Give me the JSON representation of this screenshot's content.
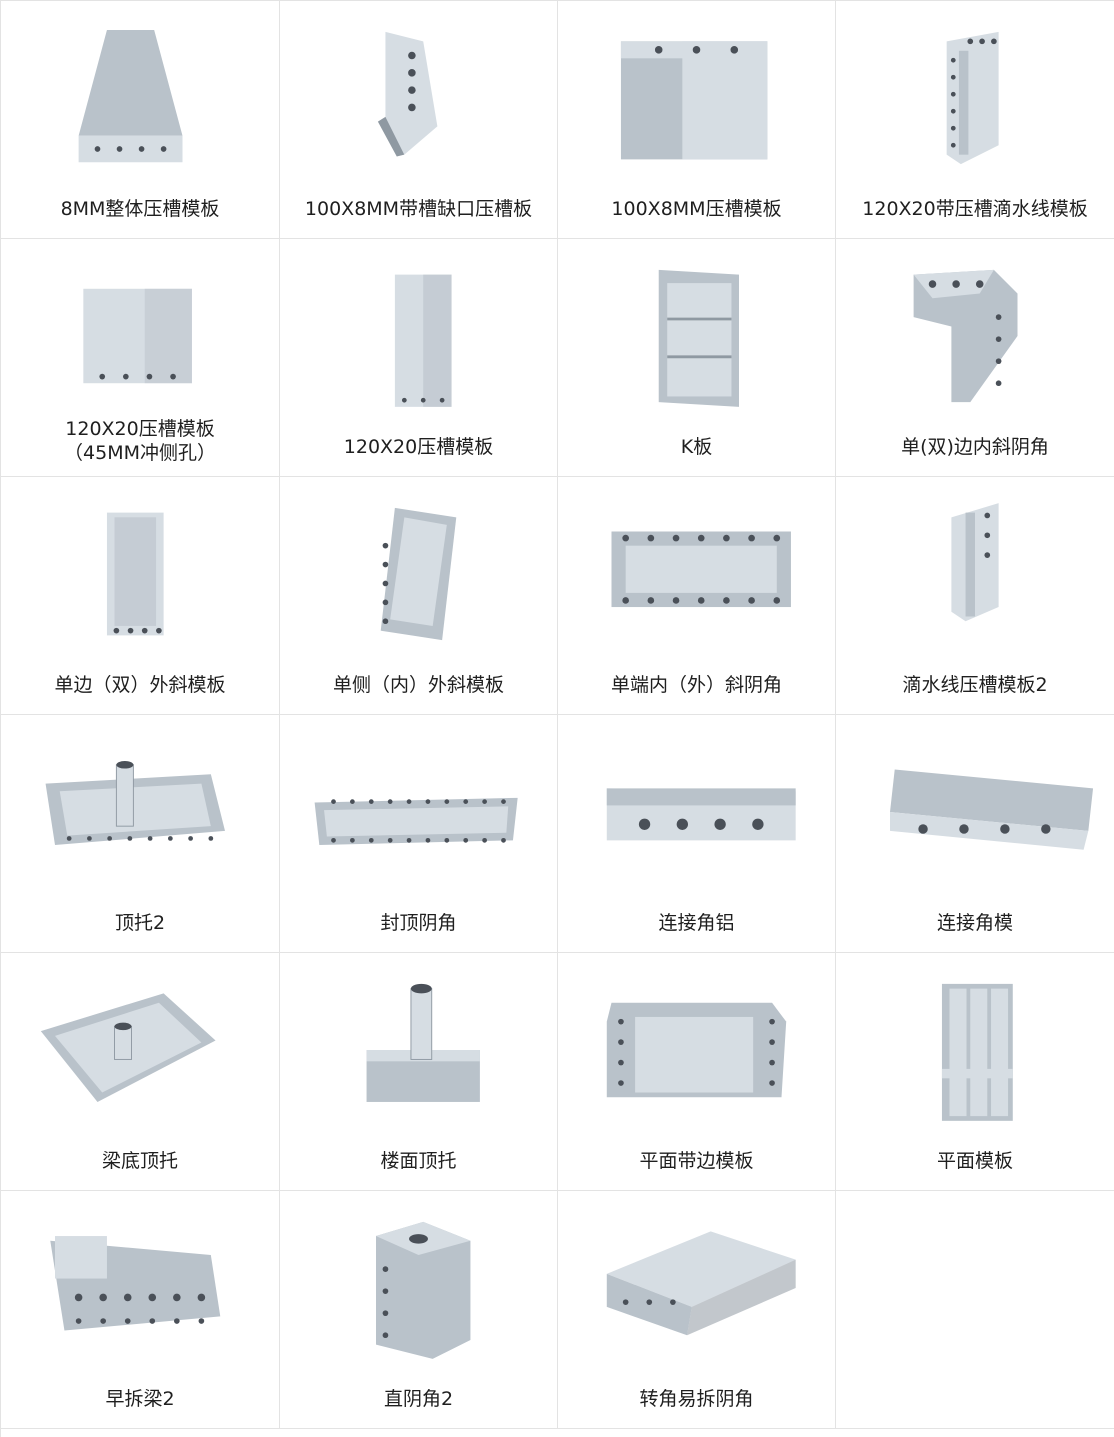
{
  "products": [
    {
      "label": "8MM整体压槽模板",
      "icon": "tapered-panel-icon"
    },
    {
      "label": "100X8MM带槽缺口压槽板",
      "icon": "notched-groove-panel-icon"
    },
    {
      "label": "100X8MM压槽模板",
      "icon": "groove-panel-icon"
    },
    {
      "label": "120X20带压槽滴水线模板",
      "icon": "drip-line-panel-icon"
    },
    {
      "label": "120X20压槽模板\n（45MM冲侧孔）",
      "icon": "flat-groove-panel-icon"
    },
    {
      "label": "120X20压槽模板",
      "icon": "tall-groove-panel-icon"
    },
    {
      "label": "K板",
      "icon": "k-board-icon"
    },
    {
      "label": "单(双)边内斜阴角",
      "icon": "inner-corner-icon"
    },
    {
      "label": "单边（双）外斜模板",
      "icon": "outer-bevel-panel-icon"
    },
    {
      "label": "单侧（内）外斜模板",
      "icon": "side-bevel-panel-icon"
    },
    {
      "label": "单端内（外）斜阴角",
      "icon": "end-bevel-corner-icon"
    },
    {
      "label": "滴水线压槽模板2",
      "icon": "drip-line-panel-2-icon"
    },
    {
      "label": "顶托2",
      "icon": "top-support-icon"
    },
    {
      "label": "封顶阴角",
      "icon": "capping-corner-icon"
    },
    {
      "label": "连接角铝",
      "icon": "connecting-angle-aluminum-icon"
    },
    {
      "label": "连接角模",
      "icon": "connecting-angle-mold-icon"
    },
    {
      "label": "梁底顶托",
      "icon": "beam-bottom-support-icon"
    },
    {
      "label": "楼面顶托",
      "icon": "floor-support-icon"
    },
    {
      "label": "平面带边模板",
      "icon": "flat-edged-panel-icon"
    },
    {
      "label": "平面模板",
      "icon": "flat-panel-icon"
    },
    {
      "label": "早拆梁2",
      "icon": "early-removal-beam-icon"
    },
    {
      "label": "直阴角2",
      "icon": "straight-inner-corner-icon"
    },
    {
      "label": "转角易拆阴角",
      "icon": "easy-removal-corner-icon"
    }
  ],
  "colors": {
    "metal_light": "#d6dde3",
    "metal_mid": "#b9c2ca",
    "metal_dark": "#8f99a2",
    "hole": "#4a5058",
    "grid_line": "#e3e3e3"
  }
}
